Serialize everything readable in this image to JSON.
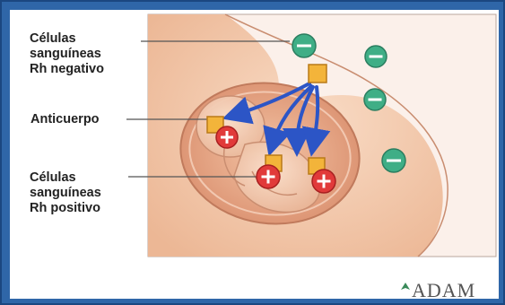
{
  "labels": {
    "rh_negative": "Células\nsanguíneas\nRh negativo",
    "antibody": "Anticuerpo",
    "rh_positive": "Células\nsanguíneas\nRh positivo"
  },
  "symbols": {
    "minus": "−",
    "plus": "+"
  },
  "watermark": "ADAM",
  "colors": {
    "frame": "#2f66a8",
    "negative_cell": "#3fae86",
    "positive_cell": "#e13a3a",
    "antibody": "#f3b43a",
    "arrow": "#2c55c6",
    "skin": "#f3c4a6"
  }
}
